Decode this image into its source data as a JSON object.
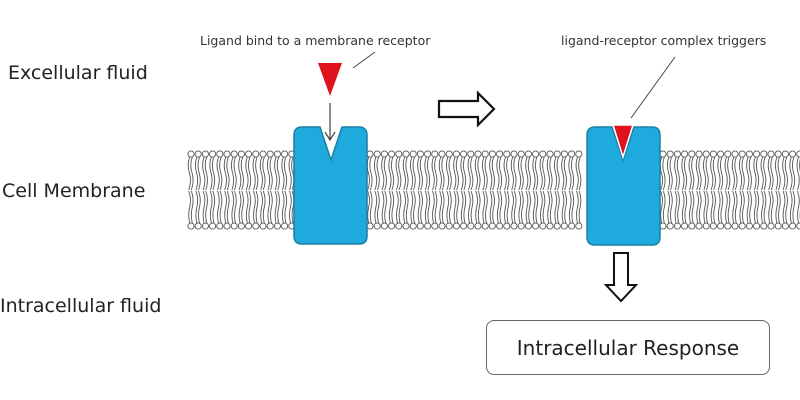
{
  "labels": {
    "extracellular": "Excellular fluid",
    "membrane": "Cell Membrane",
    "intracellular": "Intracellular fluid"
  },
  "annotations": {
    "binding": "Ligand bind to a membrane receptor",
    "complex": "ligand-receptor complex triggers"
  },
  "response_box": {
    "text": "Intracellular Response"
  },
  "colors": {
    "receptor": "#1eaadd",
    "receptor_border": "#1a7fa8",
    "ligand": "#e0121c",
    "membrane_line": "#555555",
    "arrow": "#111111"
  }
}
